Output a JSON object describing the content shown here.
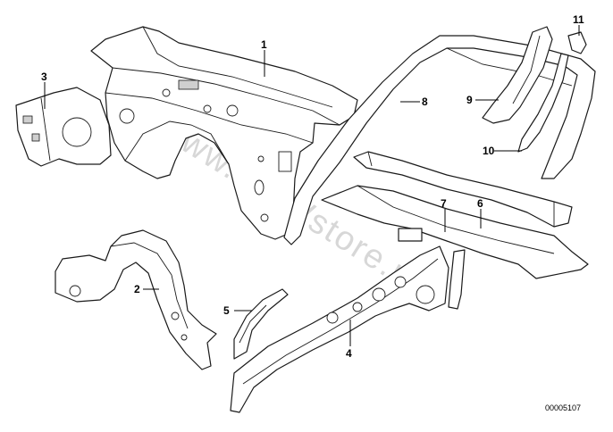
{
  "diagram": {
    "reference_number": "00005107",
    "watermark_text": "www.BMWstore.nl",
    "callouts": [
      {
        "label": "1"
      },
      {
        "label": "2"
      },
      {
        "label": "3"
      },
      {
        "label": "4"
      },
      {
        "label": "5"
      },
      {
        "label": "6"
      },
      {
        "label": "7"
      },
      {
        "label": "8"
      },
      {
        "label": "9"
      },
      {
        "label": "10"
      },
      {
        "label": "11"
      }
    ]
  }
}
